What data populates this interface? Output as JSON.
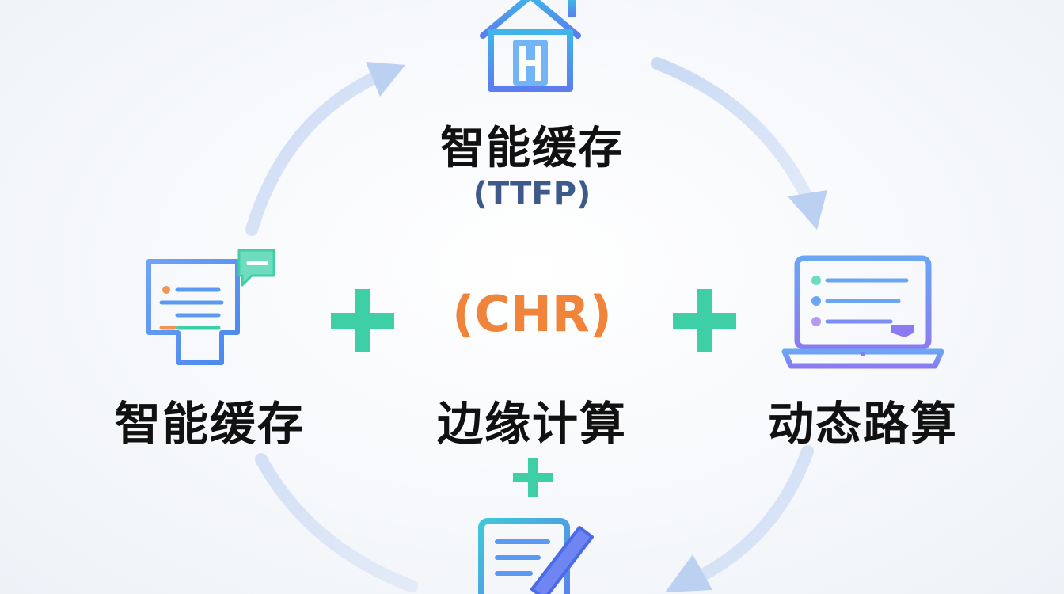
{
  "diagram": {
    "nodes": {
      "top": {
        "title": "智能缓存",
        "subtitle": "(TTFP)",
        "icon": "house-icon"
      },
      "left": {
        "title": "智能缓存",
        "icon": "chat-document-icon"
      },
      "center": {
        "title": "边缘计算",
        "acronym": "(CHR)"
      },
      "right": {
        "title": "动态路算",
        "icon": "laptop-icon"
      },
      "bottom": {
        "icon": "edit-document-icon"
      }
    },
    "colors": {
      "text": "#111111",
      "subtitle": "#3d5a8a",
      "acronym": "#f0843a",
      "plus": "#3ecfa6",
      "icon_blue": "#4a8ff0",
      "icon_purple": "#8a7cf0",
      "arrow": "#c9d9f3"
    }
  }
}
